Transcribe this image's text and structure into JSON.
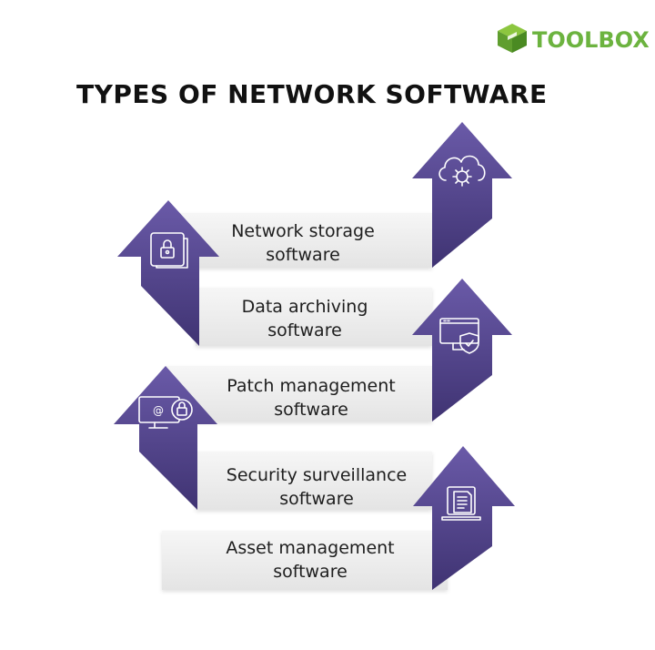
{
  "brand": {
    "name": "TOOLBOX",
    "color": "#6cb33f"
  },
  "title": "TYPES OF NETWORK SOFTWARE",
  "colors": {
    "arrow_top": "#6a5aa8",
    "arrow_bottom": "#3f3372",
    "band": "#eeeeee",
    "icon_stroke": "#ffffff"
  },
  "items": [
    {
      "line1": "Network storage",
      "line2": "software",
      "icon": "folder-lock-icon"
    },
    {
      "line1": "Data archiving",
      "line2": "software",
      "icon": "monitor-shield-icon"
    },
    {
      "line1": "Patch management",
      "line2": "software",
      "icon": "email-lock-monitor-icon"
    },
    {
      "line1": "Security surveillance",
      "line2": "software",
      "icon": "laptop-document-icon"
    },
    {
      "line1": "Asset management",
      "line2": "software",
      "icon": "cloud-gear-icon"
    }
  ]
}
